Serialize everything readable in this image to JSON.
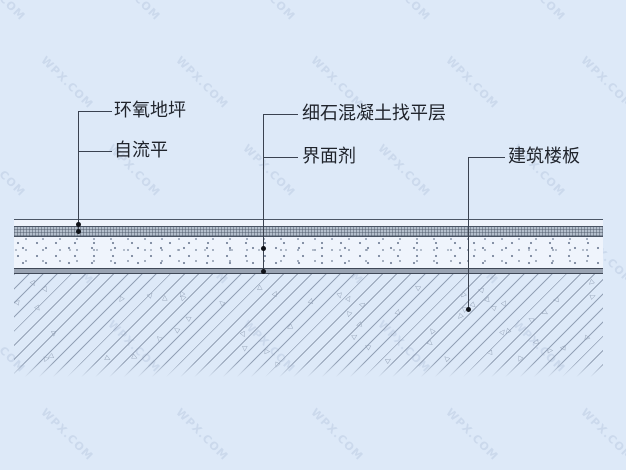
{
  "page": {
    "type": "architectural floor construction detail drawing",
    "watermark_text": "WPX.COM"
  },
  "labels": [
    {
      "id": "epoxy-floor",
      "text": "环氧地坪"
    },
    {
      "id": "self-leveling",
      "text": "自流平"
    },
    {
      "id": "fine-stone-concrete",
      "text": "细石混凝土找平层"
    },
    {
      "id": "interface-agent",
      "text": "界面剂"
    },
    {
      "id": "building-floor-slab",
      "text": "建筑楼板"
    }
  ],
  "colors": {
    "background": "#dde9f8",
    "drawing_line": "#3a4250",
    "self_leveling_fill": "#b4bfcc",
    "interface_agent_fill": "#99a3b2",
    "slab_hatch_line": "#93a1b6",
    "label_text": "#20242c",
    "watermark": "#8ba0c3"
  }
}
